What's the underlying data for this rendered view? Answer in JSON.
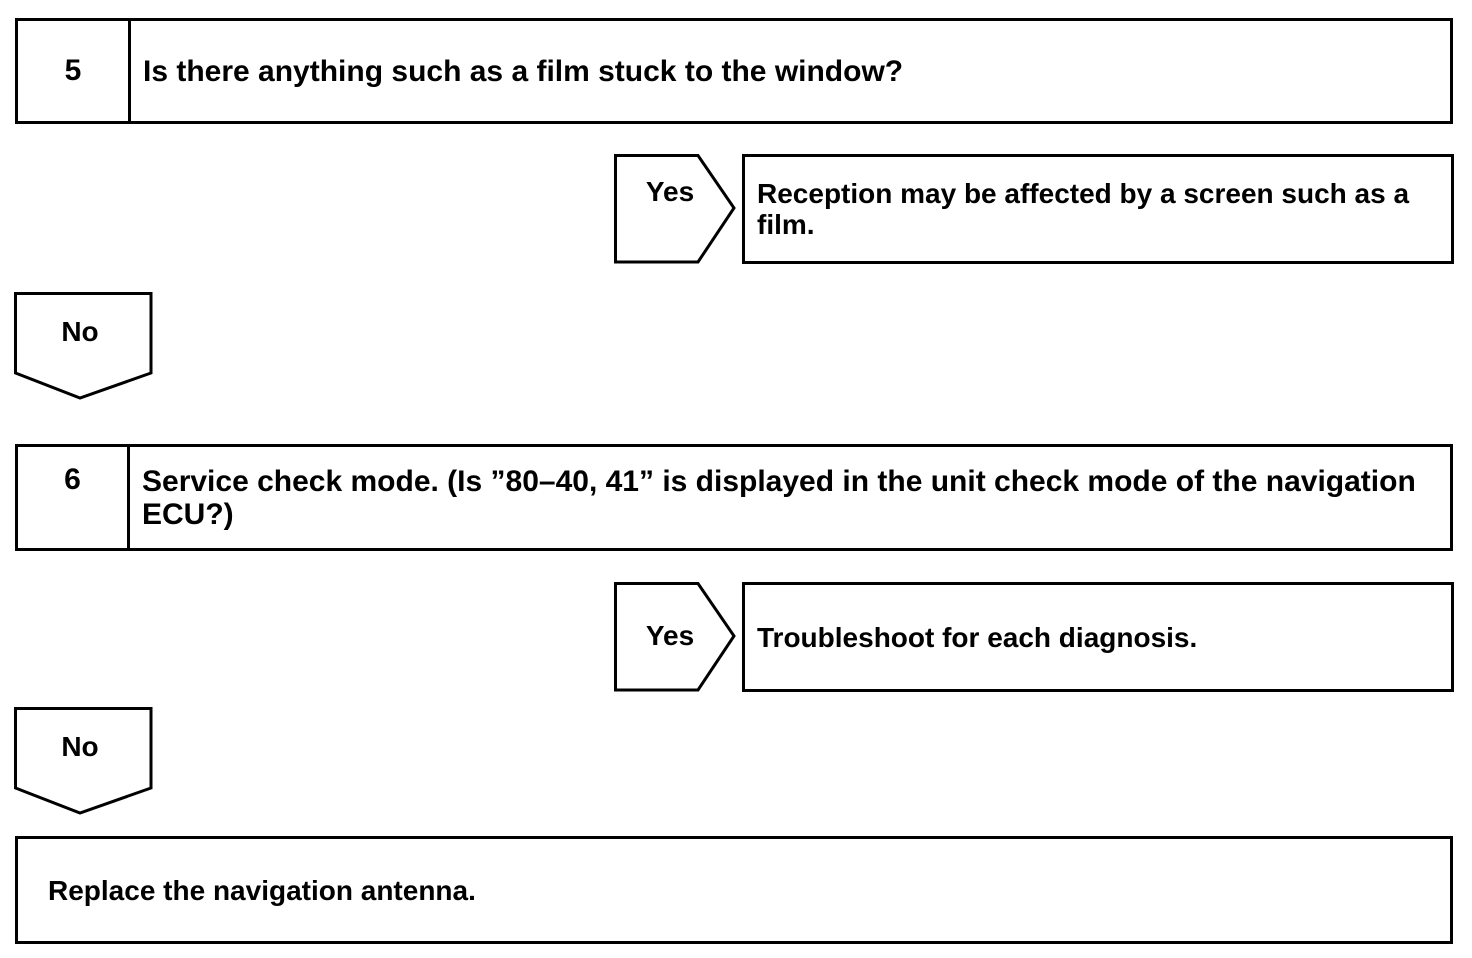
{
  "steps": [
    {
      "number": "5",
      "question": "Is there anything such as a film stuck to the window?"
    },
    {
      "number": "6",
      "question": "Service check mode. (Is ”80–40, 41” is displayed in the unit check mode of the navigation ECU?)"
    }
  ],
  "branches": [
    {
      "yes_label": "Yes",
      "yes_result": "Reception may be affected by a screen such as a film.",
      "no_label": "No"
    },
    {
      "yes_label": "Yes",
      "yes_result": "Troubleshoot for each diagnosis.",
      "no_label": "No"
    }
  ],
  "final_action": "Replace the navigation antenna."
}
